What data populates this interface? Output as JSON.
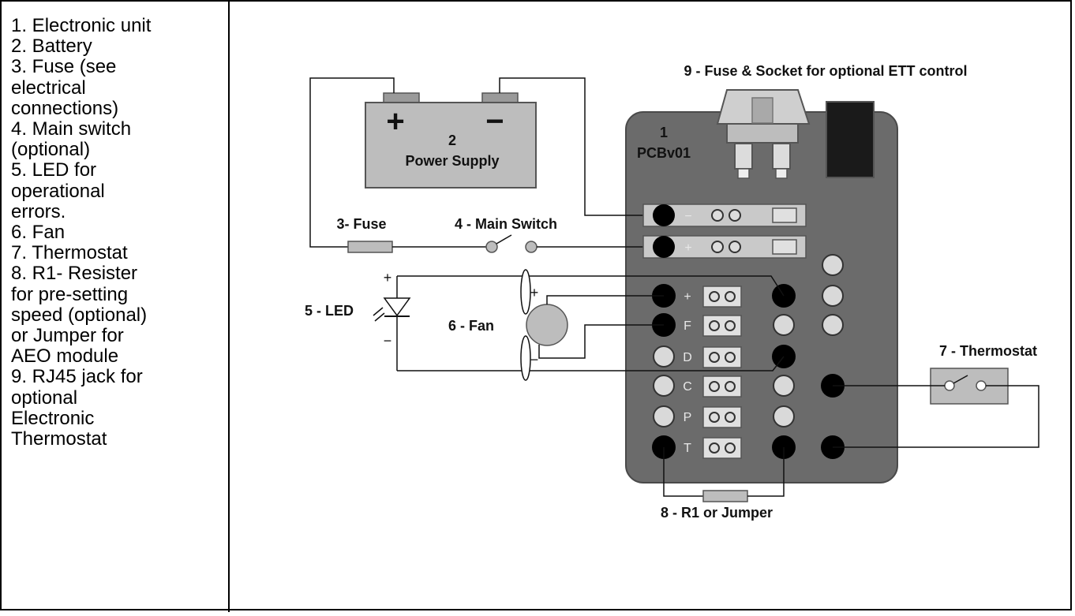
{
  "legend": [
    "1. Electronic unit",
    "2. Battery",
    "3. Fuse (see",
    "electrical",
    "connections)",
    "4. Main switch",
    "(optional)",
    "5. LED for",
    "operational",
    "errors.",
    "6. Fan",
    "7. Thermostat",
    "8.  R1- Resister",
    "for pre-setting",
    "speed (optional)",
    "or Jumper for",
    "AEO module",
    "9. RJ45 jack for",
    "optional",
    "Electronic",
    "Thermostat"
  ],
  "diagram": {
    "fuse_socket_label": "9 - Fuse & Socket for optional ETT control",
    "unit_number": "1",
    "unit_name": "PCBv01",
    "battery_plus": "+",
    "battery_minus": "−",
    "battery_number": "2",
    "battery_name": "Power Supply",
    "fuse_label": "3- Fuse",
    "switch_label": "4 - Main Switch",
    "led_label": "5 - LED",
    "led_plus": "+",
    "led_minus": "−",
    "fan_label": "6 - Fan",
    "fan_plus": "+",
    "fan_minus": "−",
    "thermostat_label": "7 - Thermostat",
    "jumper_label": "8 - R1 or Jumper",
    "bus_minus_sign": "−",
    "bus_plus_sign": "+",
    "pins": [
      "+",
      "F",
      "D",
      "C",
      "P",
      "T"
    ]
  },
  "colors": {
    "board": "#6b6b6b",
    "board_stroke": "#4a4a4a",
    "terminal": "#c9c9c9",
    "battery": "#bdbdbd",
    "wire": "#111111"
  }
}
